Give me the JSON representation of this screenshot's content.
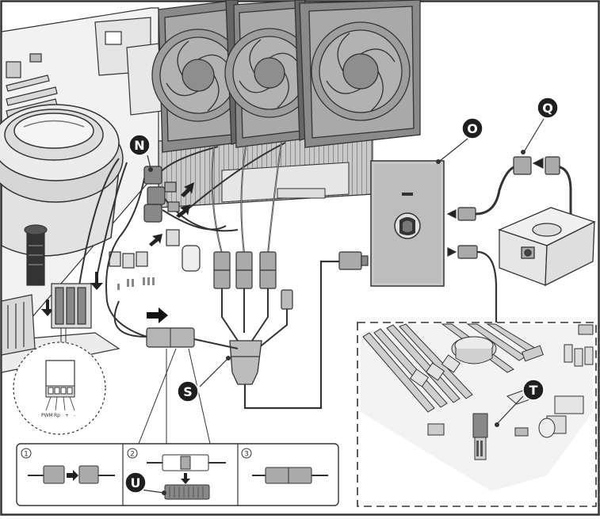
{
  "callouts": {
    "n": "N",
    "o": "O",
    "q": "Q",
    "s": "S",
    "t": "T",
    "u": "U"
  },
  "connector_pin_labels": [
    "PWM",
    "Rp",
    "+",
    "-"
  ],
  "steps": [
    {
      "number": "1"
    },
    {
      "number": "2"
    },
    {
      "number": "3"
    }
  ],
  "colors": {
    "line": "#333333",
    "fan_frame": "#7a7a7a",
    "fan_blade": "#9a9a9a",
    "controller_body": "#c8c8c8",
    "callout_fill": "#1f1f1f",
    "callout_text": "#ffffff"
  }
}
